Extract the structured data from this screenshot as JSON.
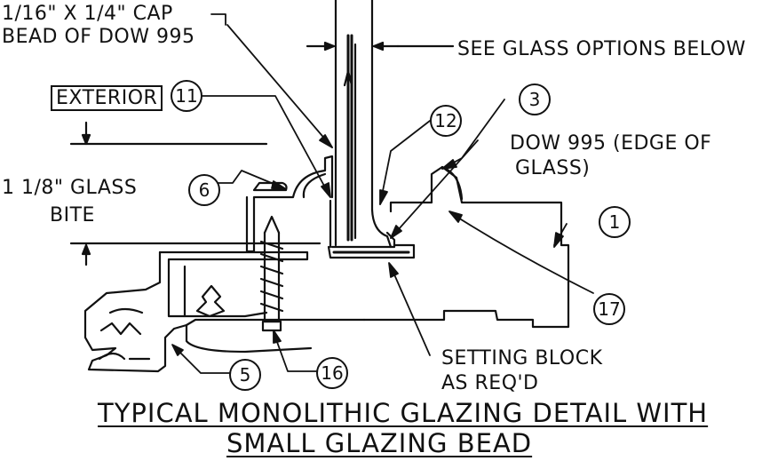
{
  "notes": {
    "cap_bead_line1": "1/16\" X 1/4\" CAP",
    "cap_bead_line2": "BEAD OF DOW 995",
    "see_glass": "SEE GLASS OPTIONS BELOW",
    "exterior": "EXTERIOR",
    "dow_edge_line1": "DOW 995 (EDGE OF",
    "dow_edge_line2": "GLASS)",
    "glass_bite_line1": "1 1/8\" GLASS",
    "glass_bite_line2": "BITE",
    "setting_block_line1": "SETTING BLOCK",
    "setting_block_line2": "AS REQ'D"
  },
  "callouts": {
    "c11": "11",
    "c3": "3",
    "c12": "12",
    "c6": "6",
    "c1": "1",
    "c17": "17",
    "c5": "5",
    "c16": "16"
  },
  "title": {
    "line1": "TYPICAL MONOLITHIC GLAZING DETAIL WITH",
    "line2": "SMALL GLAZING BEAD"
  }
}
